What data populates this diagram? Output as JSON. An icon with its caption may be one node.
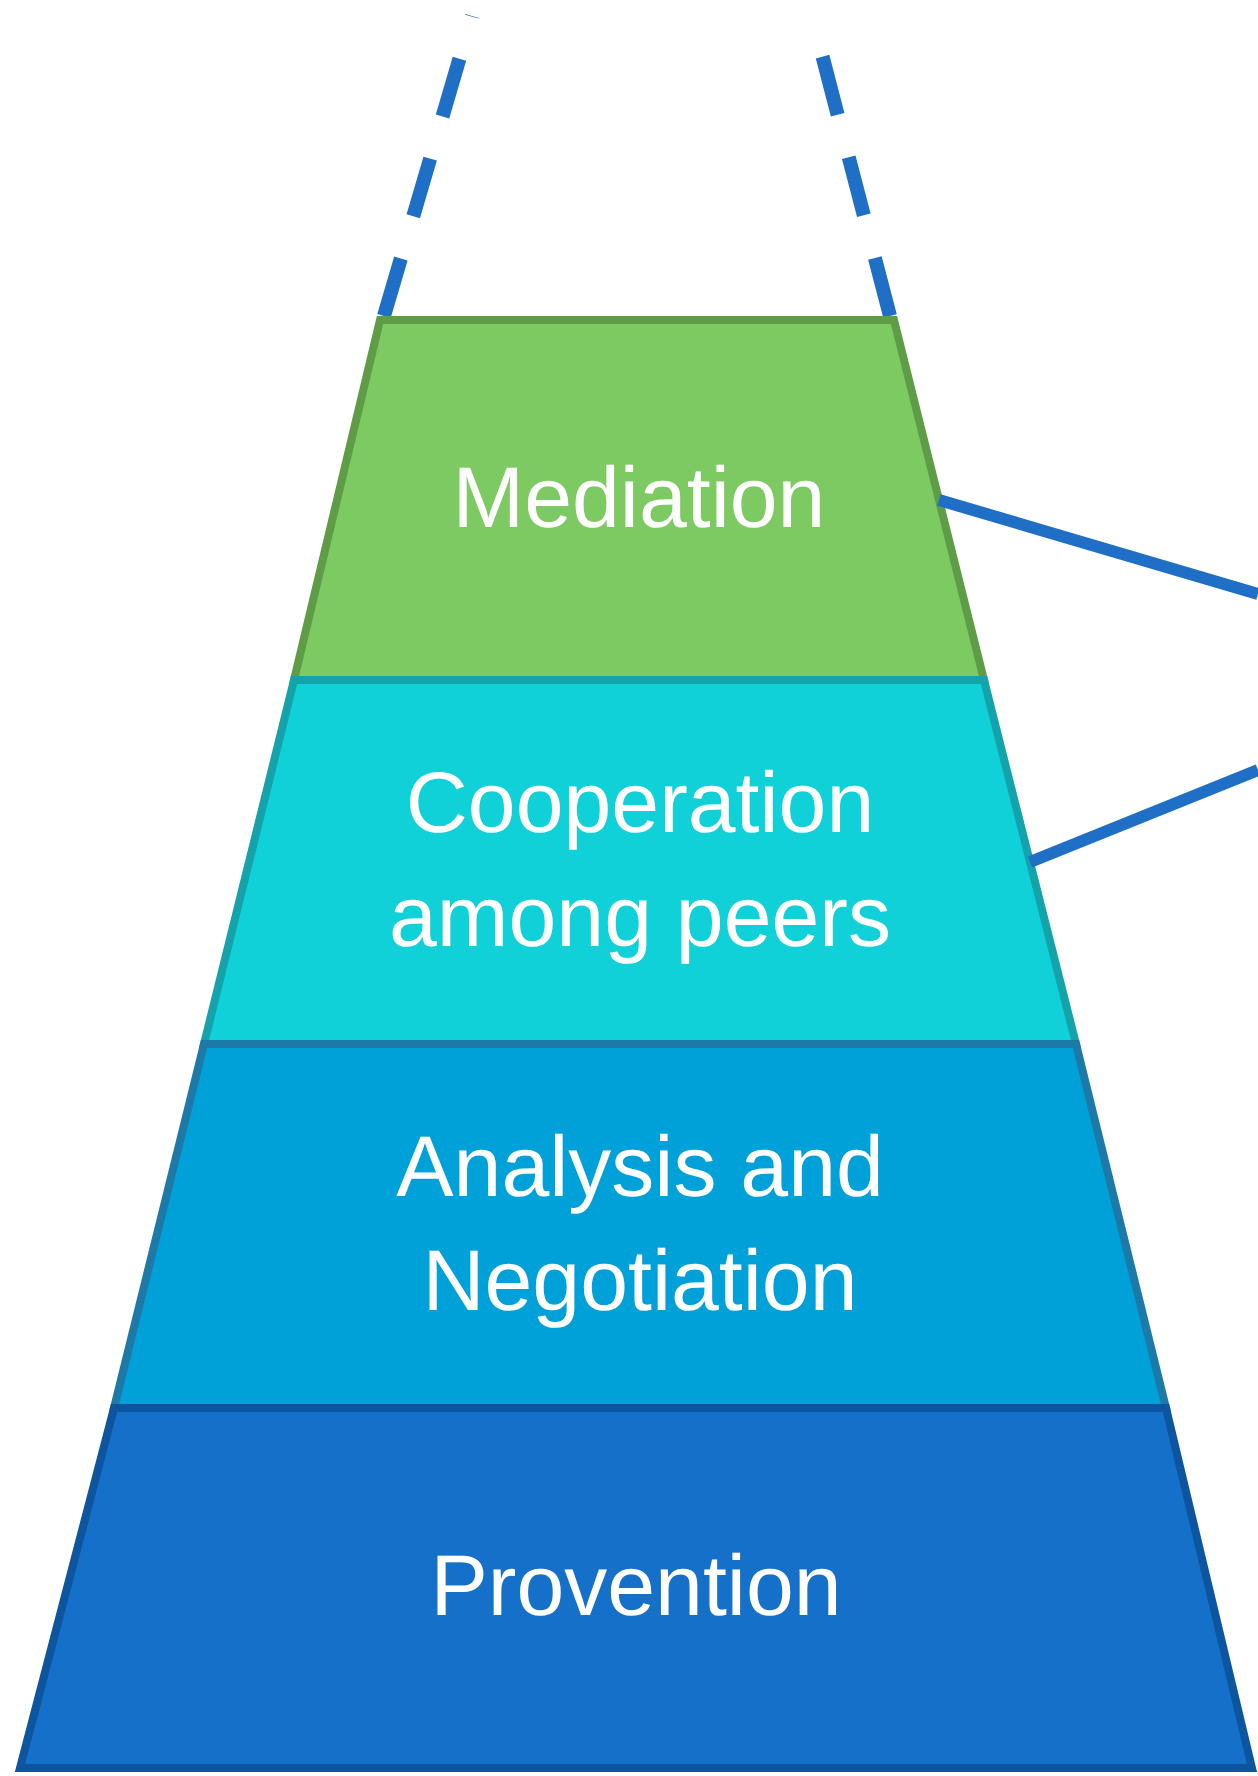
{
  "diagram": {
    "nodes": [
      {
        "text": [
          "Mediation"
        ]
      },
      {
        "text": [
          "Cooperation among peers"
        ]
      },
      {
        "text": [
          "Analysis and Negotiation"
        ]
      },
      {
        "text": [
          "Provention"
        ]
      }
    ],
    "edges": [
      {
        "from": 0,
        "to": null,
        "arrow": "none"
      },
      {
        "from": 1,
        "to": null,
        "arrow": "none"
      }
    ]
  }
}
